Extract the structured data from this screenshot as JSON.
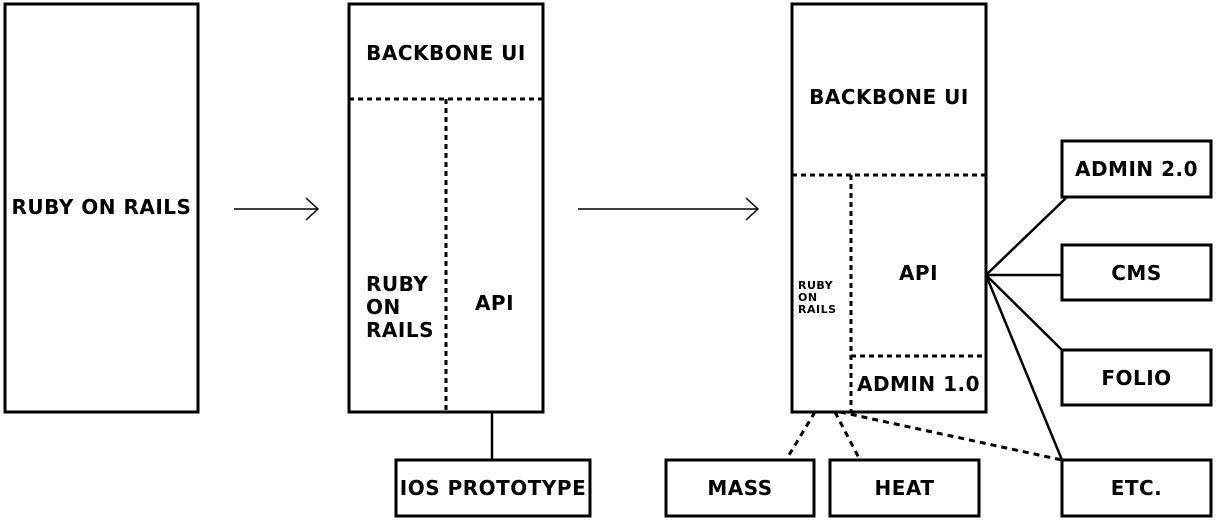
{
  "stage1": {
    "box_label": "RUBY ON RAILS"
  },
  "stage2": {
    "top_label": "BACKBONE UI",
    "left_label": [
      "RUBY",
      "ON",
      "RAILS"
    ],
    "right_label": "API",
    "external": "IOS PROTOTYPE"
  },
  "stage3": {
    "top_label": "BACKBONE UI",
    "left_label": [
      "RUBY",
      "ON",
      "RAILS"
    ],
    "api_label": "API",
    "admin_label": "ADMIN 1.0",
    "clients_right": [
      "ADMIN 2.0",
      "CMS",
      "FOLIO",
      "ETC."
    ],
    "clients_bottom": [
      "MASS",
      "HEAT"
    ]
  },
  "colors": {
    "stroke": "#000000",
    "background": "#ffffff"
  }
}
